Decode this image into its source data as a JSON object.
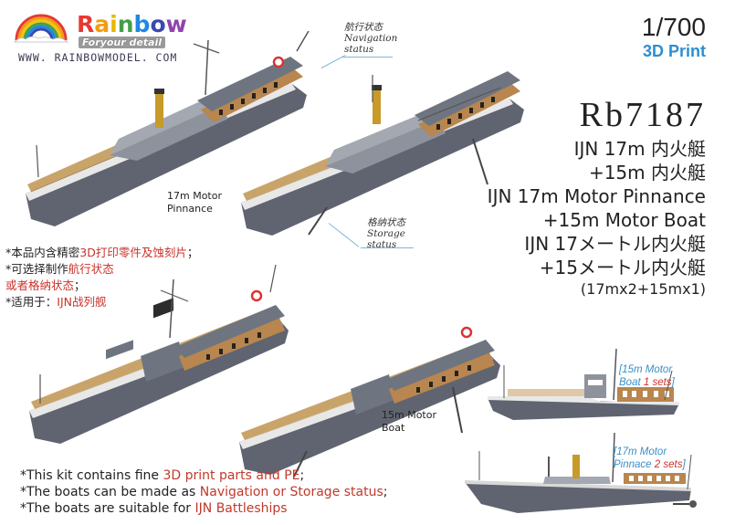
{
  "brand": {
    "name_letters": [
      "R",
      "a",
      "i",
      "n",
      "b",
      "o",
      "w"
    ],
    "name_colors": [
      "#e53935",
      "#f39c12",
      "#f1c40f",
      "#43a047",
      "#1e88e5",
      "#3949ab",
      "#8e44ad"
    ],
    "tagline": "Foryour detail",
    "url": "WWW. RAINBOWMODEL. COM"
  },
  "header": {
    "scale": "1/700",
    "print_type": "3D Print",
    "print_color": "#2b8fd1"
  },
  "product": {
    "code": "Rb7187",
    "title_lines": [
      "IJN 17m 内火艇",
      "+15m 内火艇",
      "IJN 17m Motor Pinnance",
      "+15m Motor Boat",
      "IJN 17メートル内火艇",
      "+15メートル内火艇"
    ],
    "contents": "(17mx2+15mx1)"
  },
  "callouts": {
    "navigation": {
      "cn": "航行状态",
      "en1": "Navigation",
      "en2": "status"
    },
    "storage": {
      "cn": "格纳状态",
      "en1": "Storage",
      "en2": "status"
    }
  },
  "boat_labels": {
    "pinnance_17m": {
      "line1": "17m Motor",
      "line2": "Pinnance"
    },
    "boat_15m": {
      "line1": "15m Motor",
      "line2": "Boat"
    }
  },
  "side_views": {
    "boat_15m": {
      "open": "[15m Motor",
      "line2_prefix": "Boat ",
      "count": "1 sets",
      "close": "]"
    },
    "pinnace_17m": {
      "open": "[17m Motor",
      "line2_prefix": "Pinnace ",
      "count": "2 sets",
      "close": "]"
    }
  },
  "notes_cn": [
    {
      "prefix": "*本品内含精密",
      "highlight": "3D打印零件及蚀刻片",
      "suffix": "；"
    },
    {
      "prefix": "*可选择制作",
      "highlight": "航行状态",
      "suffix": ""
    },
    {
      "prefix": " ",
      "highlight": "或者格纳状态",
      "suffix": "；"
    },
    {
      "prefix": "*适用于：",
      "highlight": "IJN战列舰",
      "suffix": ""
    }
  ],
  "notes_en": [
    {
      "prefix": "*This kit contains fine ",
      "highlight": "3D print parts and PE",
      "suffix": ";"
    },
    {
      "prefix": "*The boats can be made as ",
      "highlight": "Navigation or Storage status",
      "suffix": ";"
    },
    {
      "prefix": "*The boats are suitable for ",
      "highlight": "IJN Battleships",
      "suffix": ""
    }
  ],
  "colors": {
    "hull": "#5f6470",
    "hull_dark": "#474b55",
    "deck_wood": "#c9a46a",
    "superstructure": "#8d929c",
    "cabin_wood": "#b8864e",
    "brass": "#c79a2a",
    "highlight_red": "#c9332b",
    "callout_line": "#7fb8d6"
  }
}
